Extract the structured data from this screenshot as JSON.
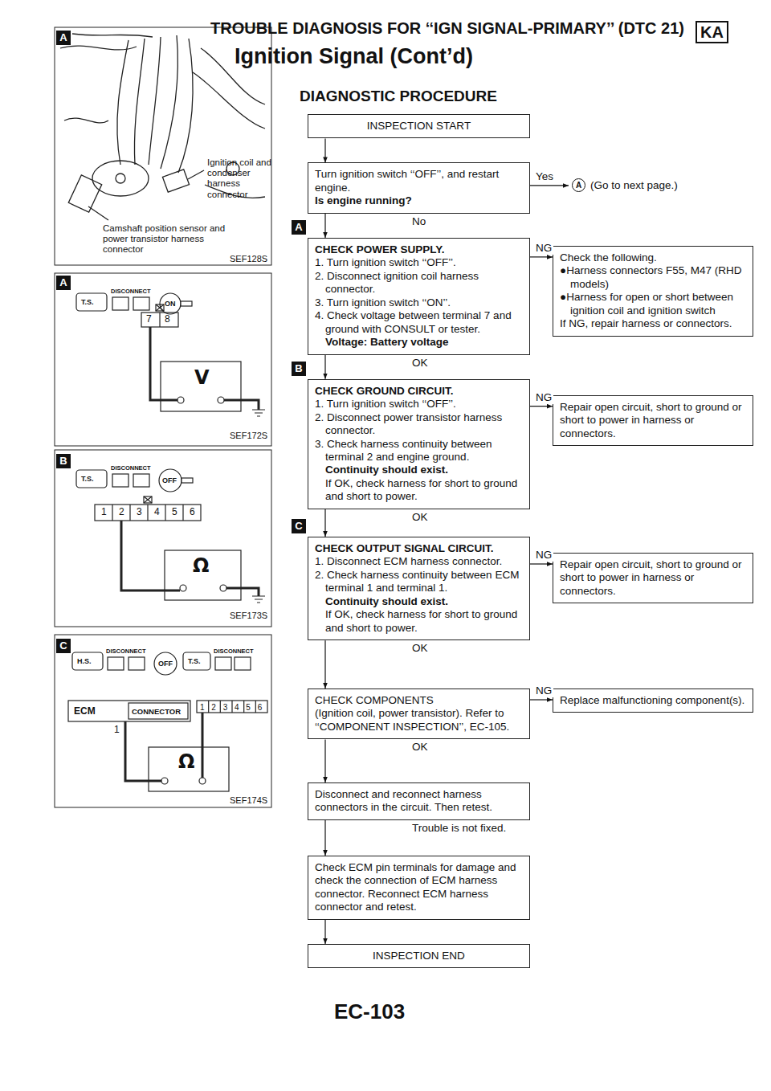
{
  "diagram": {
    "title": "TROUBLE DIAGNOSIS FOR ‘‘IGN SIGNAL-PRIMARY’’ (DTC 21)",
    "nodes": [
      {
        "text": [
          "INSPECTION START"
        ]
      },
      {
        "text": [
          "Turn ignition switch ‘‘OFF’’, and restart engine.",
          "Is engine running?"
        ]
      },
      {
        "text": [
          "A",
          "(Go to next page.)"
        ]
      },
      {
        "text": [
          "CHECK POWER SUPPLY.",
          "1. Turn ignition switch ‘‘OFF’’.",
          "2. Disconnect ignition coil harness connector.",
          "3. Turn ignition switch ‘‘ON’’.",
          "4. Check voltage between terminal 7 and ground with CONSULT or tester.",
          "Voltage: Battery voltage"
        ]
      },
      {
        "text": [
          "Check the following.",
          "●Harness connectors F55, M47 (RHD models)",
          "●Harness for open or short between ignition coil and ignition switch",
          "If NG, repair harness or connectors."
        ]
      },
      {
        "text": [
          "CHECK GROUND CIRCUIT.",
          "1. Turn ignition switch ‘‘OFF’’.",
          "2. Disconnect power transistor harness connector.",
          "3. Check harness continuity between terminal 2 and engine ground.",
          "Continuity should exist.",
          "If OK, check harness for short to ground and short to power."
        ]
      },
      {
        "text": [
          "Repair open circuit, short to ground or short to power in harness or connectors."
        ]
      },
      {
        "text": [
          "CHECK OUTPUT SIGNAL CIRCUIT.",
          "1. Disconnect ECM harness connector.",
          "2. Check harness continuity between ECM terminal 1 and terminal 1.",
          "Continuity should exist.",
          "If OK, check harness for short to ground and short to power."
        ]
      },
      {
        "text": [
          "Repair open circuit, short to ground or short to power in harness or connectors."
        ]
      },
      {
        "text": [
          "CHECK COMPONENTS",
          "(Ignition coil, power transistor). Refer to ‘‘COMPONENT INSPECTION’’, EC-105."
        ]
      },
      {
        "text": [
          "Replace malfunctioning component(s)."
        ]
      },
      {
        "text": [
          "Disconnect and reconnect harness connectors in the circuit. Then retest."
        ]
      },
      {
        "text": [
          "Check ECM pin terminals for damage and check the connection of ECM harness connector. Reconnect ECM harness connector and retest."
        ]
      },
      {
        "text": [
          "INSPECTION END"
        ]
      }
    ],
    "edges": [
      {
        "from": 0,
        "to": 1,
        "arrow": "to"
      },
      {
        "from": 1,
        "to": 2,
        "label": "Yes",
        "arrow": "to"
      },
      {
        "from": 1,
        "to": 3,
        "label": "No",
        "arrow": "to"
      },
      {
        "from": 3,
        "to": 4,
        "label": "NG",
        "arrow": "to"
      },
      {
        "from": 3,
        "to": 5,
        "label": "OK",
        "arrow": "to"
      },
      {
        "from": 5,
        "to": 6,
        "label": "NG",
        "arrow": "to"
      },
      {
        "from": 5,
        "to": 7,
        "label": "OK",
        "arrow": "to"
      },
      {
        "from": 7,
        "to": 8,
        "label": "NG",
        "arrow": "to"
      },
      {
        "from": 7,
        "to": 9,
        "label": "OK",
        "arrow": "to"
      },
      {
        "from": 9,
        "to": 10,
        "label": "NG",
        "arrow": "to"
      },
      {
        "from": 9,
        "to": 11,
        "label": "OK",
        "arrow": "to"
      },
      {
        "from": 11,
        "to": 12,
        "label": "Trouble is not fixed.",
        "arrow": "to"
      },
      {
        "from": 12,
        "to": 13,
        "arrow": "to"
      }
    ],
    "labels": [
      "KA",
      "Ignition Signal (Cont’d)",
      "DIAGNOSTIC PROCEDURE",
      "A",
      "Ignition coil and condenser harness connector",
      "Camshaft position sensor and power transistor harness connector",
      "SEF128S",
      "A",
      "T.S.",
      "DISCONNECT",
      "ON",
      "7",
      "8",
      "V",
      "SEF172S",
      "B",
      "T.S.",
      "DISCONNECT",
      "OFF",
      "1 2 3 4 5 6",
      "Ω",
      "SEF173S",
      "C",
      "H.S.",
      "DISCONNECT",
      "OFF",
      "T.S.",
      "DISCONNECT",
      "ECM",
      "CONNECTOR",
      "1",
      "1 2 3 4 5 6",
      "Ω",
      "SEF174S",
      "A",
      "B",
      "C",
      "EC-103"
    ]
  }
}
